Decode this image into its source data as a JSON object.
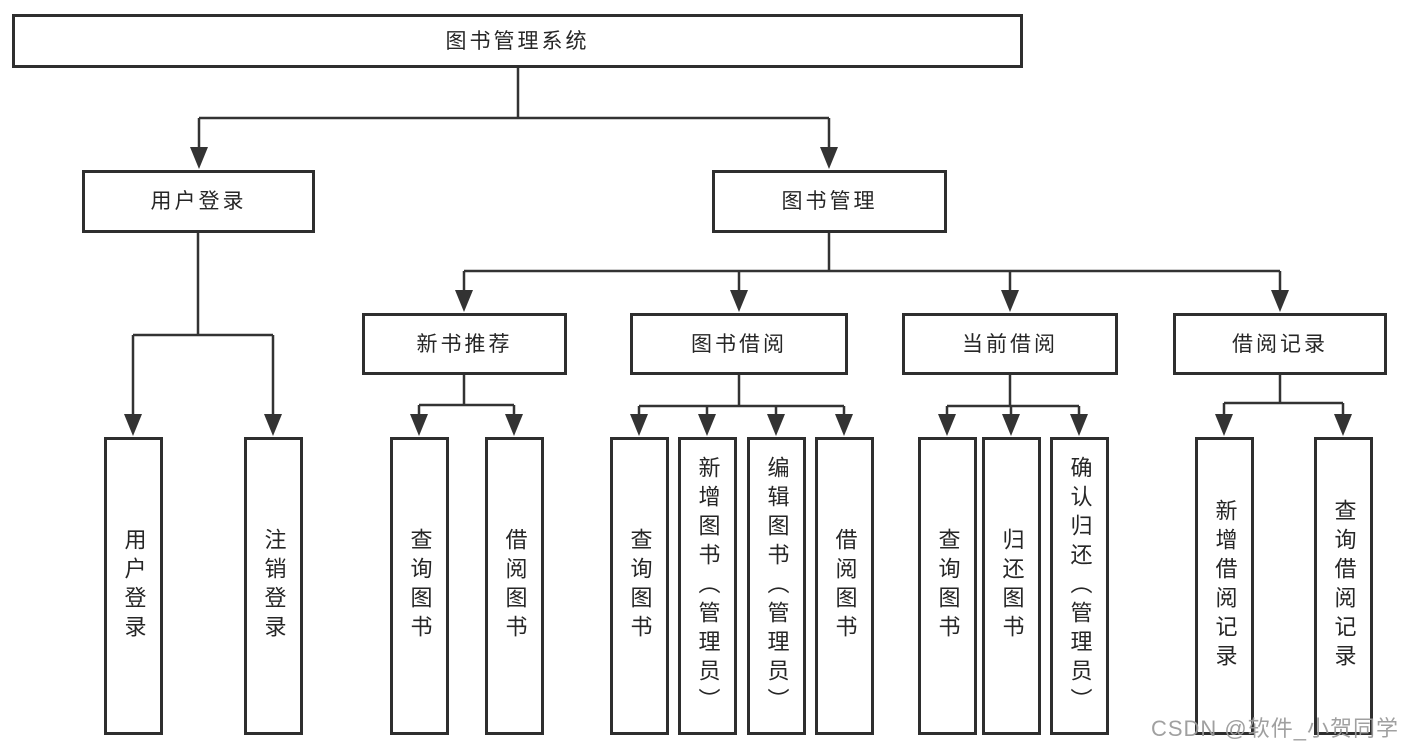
{
  "diagram_title": "图书管理系统",
  "nodes": {
    "root": "图书管理系统",
    "user_login": "用户登录",
    "book_mgmt": "图书管理",
    "new_book_rec": "新书推荐",
    "book_borrow": "图书借阅",
    "current_borrow": "当前借阅",
    "borrow_records": "借阅记录",
    "leaf_user_login": "用户登录",
    "leaf_logout": "注销登录",
    "rec_query_book": "查询图书",
    "rec_borrow_book": "借阅图书",
    "bb_query_book": "查询图书",
    "bb_add_book": "新增图书（管理员）",
    "bb_edit_book": "编辑图书（管理员）",
    "bb_borrow_book": "借阅图书",
    "cb_query_book": "查询图书",
    "cb_return_book": "归还图书",
    "cb_confirm_return": "确认归还（管理员）",
    "br_add_record": "新增借阅记录",
    "br_query_record": "查询借阅记录"
  },
  "hierarchy": {
    "图书管理系统": {
      "用户登录": [
        "用户登录",
        "注销登录"
      ],
      "图书管理": {
        "新书推荐": [
          "查询图书",
          "借阅图书"
        ],
        "图书借阅": [
          "查询图书",
          "新增图书（管理员）",
          "编辑图书（管理员）",
          "借阅图书"
        ],
        "当前借阅": [
          "查询图书",
          "归还图书",
          "确认归还（管理员）"
        ],
        "借阅记录": [
          "新增借阅记录",
          "查询借阅记录"
        ]
      }
    }
  },
  "watermark": "CSDN @软件_小贺同学",
  "colors": {
    "line": "#333333",
    "border": "#2e2e2e",
    "text": "#262626",
    "watermark": "#9b9b9b",
    "background": "#ffffff"
  }
}
